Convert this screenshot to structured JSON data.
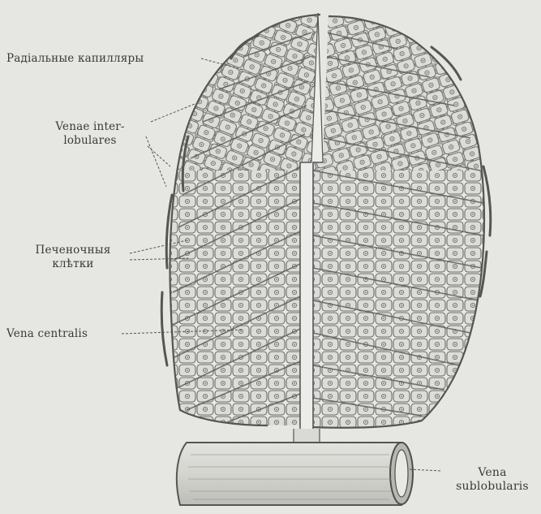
{
  "labels": {
    "radial_capillaries": "Радіальные капилляры",
    "venae_interlobulares": [
      "Venae inter-",
      "lobulares"
    ],
    "liver_cells": [
      "Печеночныя",
      "клѣтки"
    ],
    "vena_centralis": "Vena centralis",
    "vena_sublobularis": [
      "Vena",
      "sublobularis"
    ]
  },
  "colors": {
    "background": "#e6e6e3",
    "ink": "#3a3a3a",
    "cell_fill": "#dcdcd8",
    "vessel_fill": "#d2d2cd"
  }
}
